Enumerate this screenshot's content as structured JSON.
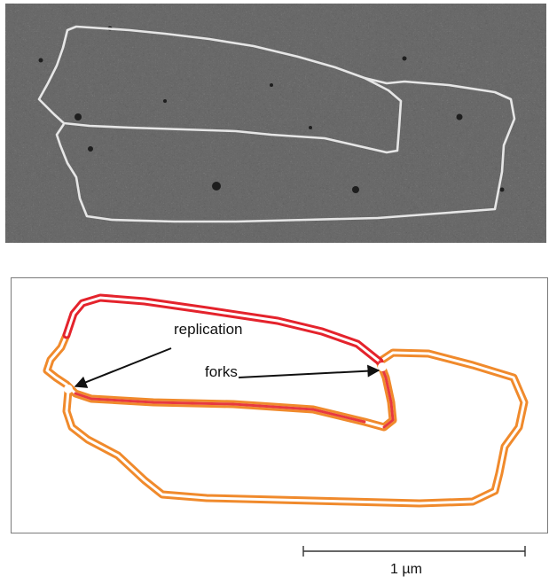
{
  "figure": {
    "label_line1": "replication",
    "label_line2": "forks",
    "scale_bar_text": "1 µm",
    "colors": {
      "parental_strand": "#f08a2c",
      "replicated_loop_strand": "#e4232c",
      "micrograph_background": "#6e6e6e",
      "dna_filament": "#e8e8e8",
      "arrow": "#111111"
    }
  }
}
